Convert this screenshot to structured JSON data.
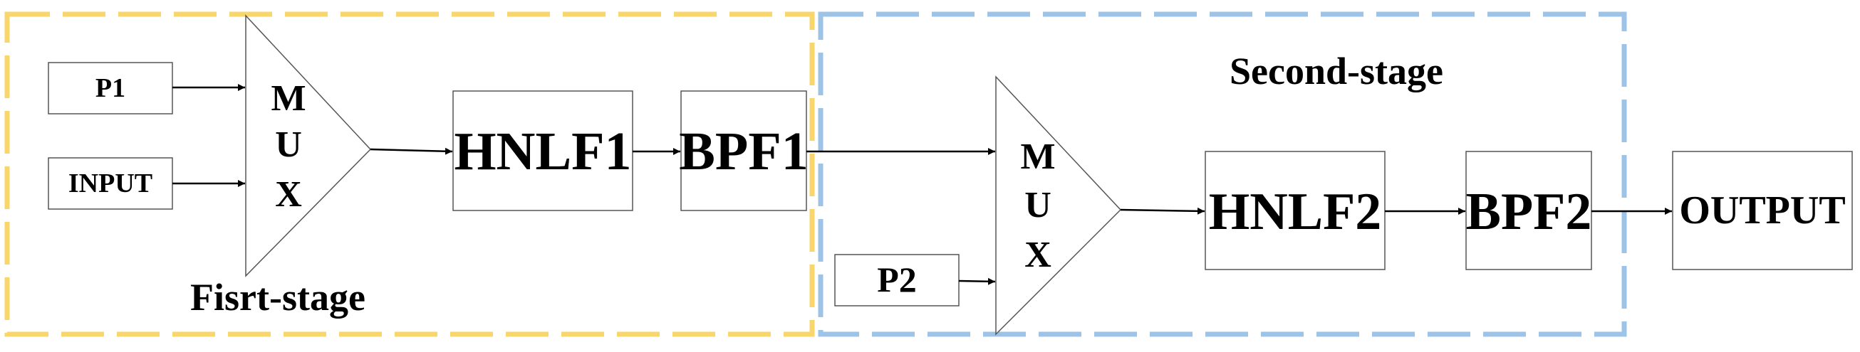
{
  "first_stage": {
    "label": "Fisrt-stage",
    "border_color": "#F9D66B",
    "inputs": [
      "P1",
      "INPUT"
    ],
    "mux_letters": [
      "M",
      "U",
      "X"
    ],
    "hnlf": "HNLF1",
    "bpf": "BPF1"
  },
  "second_stage": {
    "label": "Second-stage",
    "border_color": "#9DC3E6",
    "pump": "P2",
    "mux_letters": [
      "M",
      "U",
      "X"
    ],
    "hnlf": "HNLF2",
    "bpf": "BPF2"
  },
  "output": "OUTPUT"
}
